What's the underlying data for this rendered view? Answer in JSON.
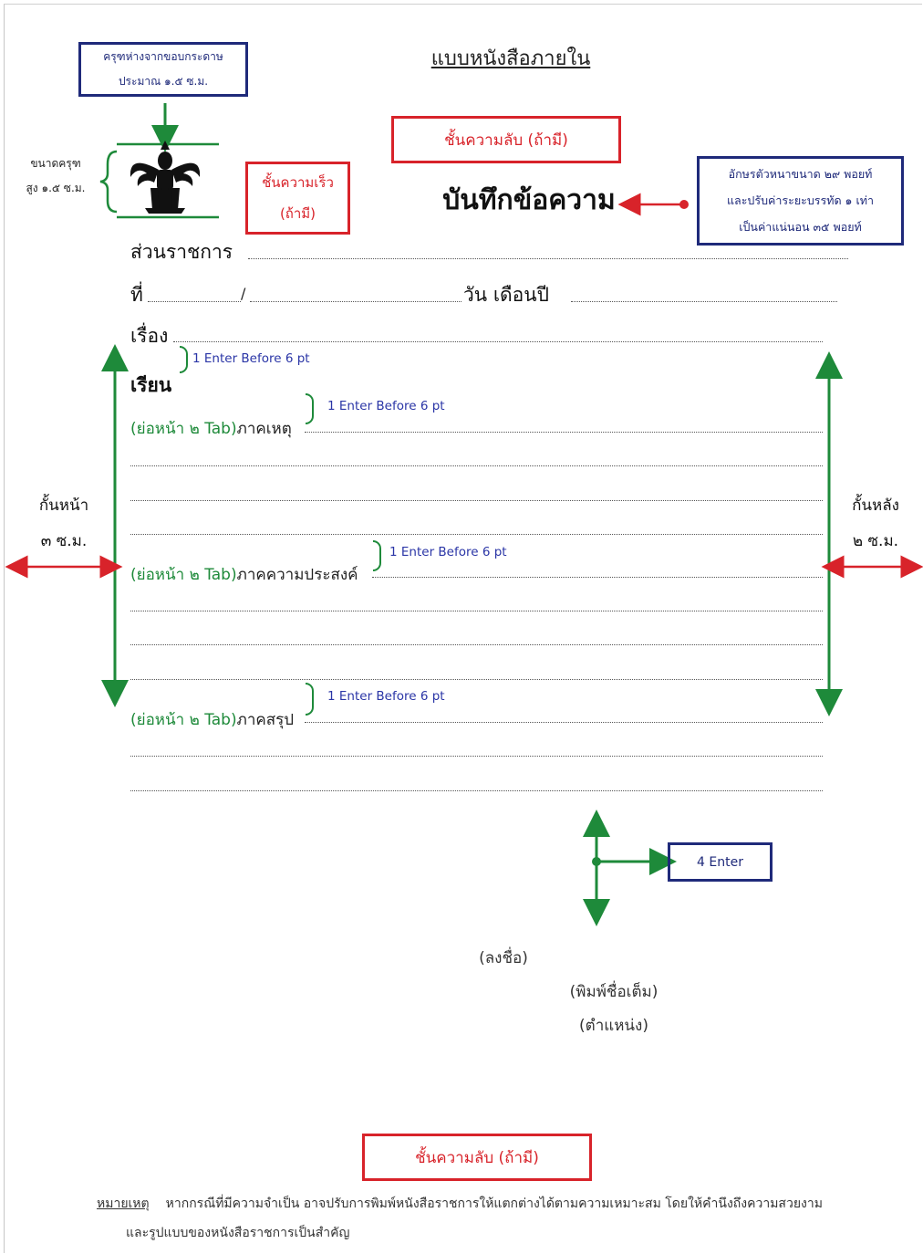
{
  "doc": {
    "title": "แบบหนังสือภายใน",
    "heading": "บันทึกข้อความ",
    "agency_label": "ส่วนราชการ",
    "ref_label": "ที่",
    "ref_slash": "/",
    "date_label": "วัน เดือนปี",
    "subject_label": "เรื่อง",
    "to_label": "เรียน",
    "indent_prefix": "(ย่อหน้า ๒ Tab)",
    "para1_label": "ภาคเหตุ",
    "para2_label": "ภาคความประสงค์",
    "para3_label": "ภาคสรุป",
    "signature": "(ลงชื่อ)",
    "full_name": "(พิมพ์ชื่อเต็ม)",
    "position": "(ตำแหน่ง)"
  },
  "annotations": {
    "garuda_margin_line1": "ครุฑห่างจากขอบกระดาษ",
    "garuda_margin_line2": "ประมาณ ๑.๕ ซ.ม.",
    "garuda_size_line1": "ขนาดครุฑ",
    "garuda_size_line2": "สูง ๑.๕ ซ.ม.",
    "secret_top": "ชั้นความลับ (ถ้ามี)",
    "urgency_line1": "ชั้นความเร็ว",
    "urgency_line2": "(ถ้ามี)",
    "font_line1": "อักษรตัวหนาขนาด ๒๙ พอยท์",
    "font_line2": "และปรับค่าระยะบรรทัด ๑ เท่า",
    "font_line3": "เป็นค่าแน่นอน ๓๕ พอยท์",
    "enter_before_1": "1 Enter Before 6 pt",
    "enter_before_2": "1 Enter Before 6 pt",
    "enter_before_3": "1 Enter Before 6 pt",
    "enter_before_4": "1 Enter Before 6 pt",
    "left_margin_line1": "กั้นหน้า",
    "left_margin_line2": "๓ ซ.ม.",
    "right_margin_line1": "กั้นหลัง",
    "right_margin_line2": "๒ ซ.ม.",
    "four_enter": "4 Enter",
    "secret_bottom": "ชั้นความลับ (ถ้ามี)"
  },
  "footer": {
    "note_label": "หมายเหตุ",
    "note_line1": "หากกรณีที่มีความจำเป็น อาจปรับการพิมพ์หนังสือราชการให้แตกต่างได้ตามความเหมาะสม โดยให้คำนึงถึงความสวยงาม",
    "note_line2": "และรูปแบบของหนังสือราชการเป็นสำคัญ"
  },
  "colors": {
    "navy": "#1f2a7a",
    "red": "#d8232a",
    "green": "#1e8a3a",
    "blue": "#2a35a6"
  },
  "icons": [
    "garuda-emblem-icon",
    "arrow-icon"
  ]
}
